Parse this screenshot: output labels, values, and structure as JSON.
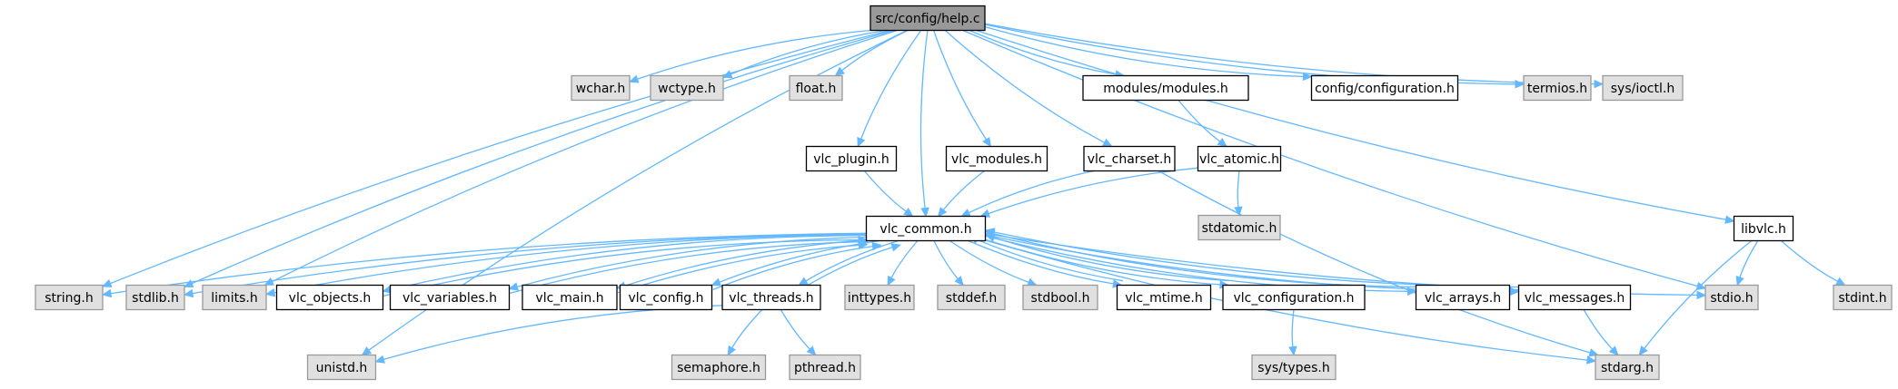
{
  "diagram": {
    "nodes": {
      "root": {
        "label": "src/config/help.c",
        "kind": "root"
      },
      "wchar": {
        "label": "wchar.h",
        "kind": "system"
      },
      "wctype": {
        "label": "wctype.h",
        "kind": "system"
      },
      "float": {
        "label": "float.h",
        "kind": "system"
      },
      "modules": {
        "label": "modules/modules.h",
        "kind": "local"
      },
      "configuration": {
        "label": "config/configuration.h",
        "kind": "local"
      },
      "termios": {
        "label": "termios.h",
        "kind": "system"
      },
      "ioctl": {
        "label": "sys/ioctl.h",
        "kind": "system"
      },
      "vlc_plugin": {
        "label": "vlc_plugin.h",
        "kind": "local"
      },
      "vlc_modules": {
        "label": "vlc_modules.h",
        "kind": "local"
      },
      "vlc_charset": {
        "label": "vlc_charset.h",
        "kind": "local"
      },
      "vlc_atomic": {
        "label": "vlc_atomic.h",
        "kind": "local"
      },
      "stdatomic": {
        "label": "stdatomic.h",
        "kind": "system"
      },
      "libvlc": {
        "label": "libvlc.h",
        "kind": "local"
      },
      "vlc_common": {
        "label": "vlc_common.h",
        "kind": "local"
      },
      "string": {
        "label": "string.h",
        "kind": "system"
      },
      "stdlib": {
        "label": "stdlib.h",
        "kind": "system"
      },
      "limits": {
        "label": "limits.h",
        "kind": "system"
      },
      "vlc_objects": {
        "label": "vlc_objects.h",
        "kind": "local"
      },
      "vlc_variables": {
        "label": "vlc_variables.h",
        "kind": "local"
      },
      "vlc_main": {
        "label": "vlc_main.h",
        "kind": "local"
      },
      "vlc_config": {
        "label": "vlc_config.h",
        "kind": "local"
      },
      "vlc_threads": {
        "label": "vlc_threads.h",
        "kind": "local"
      },
      "inttypes": {
        "label": "inttypes.h",
        "kind": "system"
      },
      "stddef": {
        "label": "stddef.h",
        "kind": "system"
      },
      "stdbool": {
        "label": "stdbool.h",
        "kind": "system"
      },
      "vlc_mtime": {
        "label": "vlc_mtime.h",
        "kind": "local"
      },
      "vlc_configuration": {
        "label": "vlc_configuration.h",
        "kind": "local"
      },
      "vlc_arrays": {
        "label": "vlc_arrays.h",
        "kind": "local"
      },
      "vlc_messages": {
        "label": "vlc_messages.h",
        "kind": "local"
      },
      "stdio": {
        "label": "stdio.h",
        "kind": "system"
      },
      "stdint": {
        "label": "stdint.h",
        "kind": "system"
      },
      "unistd": {
        "label": "unistd.h",
        "kind": "system"
      },
      "semaphore": {
        "label": "semaphore.h",
        "kind": "system"
      },
      "pthread": {
        "label": "pthread.h",
        "kind": "system"
      },
      "stdarg": {
        "label": "stdarg.h",
        "kind": "system"
      },
      "sys_types": {
        "label": "sys/types.h",
        "kind": "system"
      }
    },
    "edges": [
      [
        "root",
        "wchar"
      ],
      [
        "root",
        "wctype"
      ],
      [
        "root",
        "float"
      ],
      [
        "root",
        "modules"
      ],
      [
        "root",
        "configuration"
      ],
      [
        "root",
        "termios"
      ],
      [
        "root",
        "ioctl"
      ],
      [
        "root",
        "vlc_plugin"
      ],
      [
        "root",
        "vlc_modules"
      ],
      [
        "root",
        "vlc_charset"
      ],
      [
        "root",
        "vlc_common"
      ],
      [
        "root",
        "libvlc"
      ],
      [
        "root",
        "string"
      ],
      [
        "root",
        "stdlib"
      ],
      [
        "root",
        "limits"
      ],
      [
        "root",
        "unistd"
      ],
      [
        "root",
        "stdio"
      ],
      [
        "modules",
        "vlc_atomic"
      ],
      [
        "vlc_atomic",
        "stdatomic"
      ],
      [
        "vlc_atomic",
        "vlc_common"
      ],
      [
        "vlc_plugin",
        "vlc_common"
      ],
      [
        "vlc_modules",
        "vlc_common"
      ],
      [
        "vlc_charset",
        "vlc_common"
      ],
      [
        "vlc_charset",
        "stdarg"
      ],
      [
        "libvlc",
        "stdio"
      ],
      [
        "libvlc",
        "stdint"
      ],
      [
        "libvlc",
        "stdarg"
      ],
      [
        "vlc_common",
        "string"
      ],
      [
        "vlc_common",
        "stdlib"
      ],
      [
        "vlc_common",
        "limits"
      ],
      [
        "vlc_common",
        "vlc_objects"
      ],
      [
        "vlc_common",
        "vlc_variables"
      ],
      [
        "vlc_common",
        "vlc_main"
      ],
      [
        "vlc_common",
        "vlc_config"
      ],
      [
        "vlc_common",
        "vlc_threads"
      ],
      [
        "vlc_common",
        "inttypes"
      ],
      [
        "vlc_common",
        "stddef"
      ],
      [
        "vlc_common",
        "stdbool"
      ],
      [
        "vlc_common",
        "vlc_mtime"
      ],
      [
        "vlc_common",
        "vlc_configuration"
      ],
      [
        "vlc_common",
        "vlc_arrays"
      ],
      [
        "vlc_common",
        "vlc_messages"
      ],
      [
        "vlc_common",
        "stdio"
      ],
      [
        "vlc_common",
        "stdarg"
      ],
      [
        "vlc_objects",
        "vlc_common"
      ],
      [
        "vlc_variables",
        "vlc_common"
      ],
      [
        "vlc_main",
        "vlc_common"
      ],
      [
        "vlc_config",
        "vlc_common"
      ],
      [
        "vlc_threads",
        "vlc_common"
      ],
      [
        "vlc_mtime",
        "vlc_common"
      ],
      [
        "vlc_configuration",
        "vlc_common"
      ],
      [
        "vlc_arrays",
        "vlc_common"
      ],
      [
        "vlc_messages",
        "vlc_common"
      ],
      [
        "vlc_threads",
        "unistd"
      ],
      [
        "vlc_threads",
        "semaphore"
      ],
      [
        "vlc_threads",
        "pthread"
      ],
      [
        "vlc_configuration",
        "sys_types"
      ],
      [
        "vlc_messages",
        "stdarg"
      ]
    ],
    "colors": {
      "root_fill": "#999999",
      "local_fill": "#ffffff",
      "system_fill": "#e0e0e0",
      "local_stroke": "#000000",
      "system_stroke": "#999999",
      "edge": "#63b8ff"
    }
  }
}
